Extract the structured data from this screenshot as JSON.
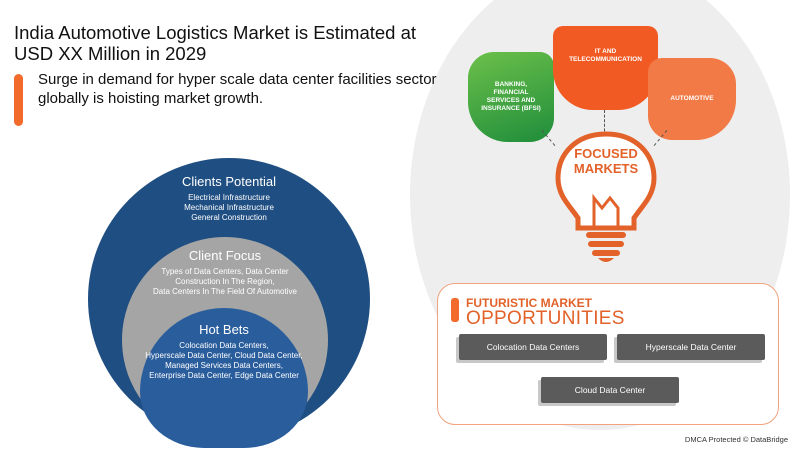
{
  "header": {
    "title": "India Automotive Logistics Market is Estimated at USD XX Million in 2029",
    "subtitle": "Surge in demand for hyper scale data center facilities sector globally is hoisting market growth."
  },
  "circles": {
    "outer": {
      "heading": "Clients Potential",
      "items": [
        "Electrical Infrastructure",
        "Mechanical Infrastructure",
        "General Construction"
      ]
    },
    "middle": {
      "heading": "Client Focus",
      "items": [
        "Types of Data Centers, Data Center",
        "Construction In The Region,",
        "Data Centers In The Field Of Automotive"
      ]
    },
    "inner": {
      "heading": "Hot Bets",
      "items": [
        "Colocation Data Centers,",
        "Hyperscale Data Center, Cloud Data Center,",
        "Managed Services Data Centers,",
        "Enterprise Data Center, Edge Data Center"
      ]
    }
  },
  "focused_markets": {
    "label_line1": "FOCUSED",
    "label_line2": "MARKETS",
    "petals": [
      {
        "label": "BANKING, FINANCIAL SERVICES AND INSURANCE (BFSI)",
        "color": "#3aa246"
      },
      {
        "label": "IT AND TELECOMMUNICATION",
        "color": "#f15a22"
      },
      {
        "label": "AUTOMOTIVE",
        "color": "#f27a46"
      }
    ]
  },
  "futuristic": {
    "line1": "FUTURISTIC MARKET",
    "line2": "OPPORTUNITIES",
    "items": [
      "Colocation Data Centers",
      "Hyperscale Data Center",
      "Cloud Data Center"
    ]
  },
  "footer": {
    "text": "DMCA Protected © DataBridge"
  },
  "colors": {
    "accent": "#f26b2a",
    "navy": "#1f4e82",
    "gray": "#a5a5a5",
    "green": "#3aa246"
  },
  "icons": {
    "bulb": "lightbulb-icon"
  }
}
